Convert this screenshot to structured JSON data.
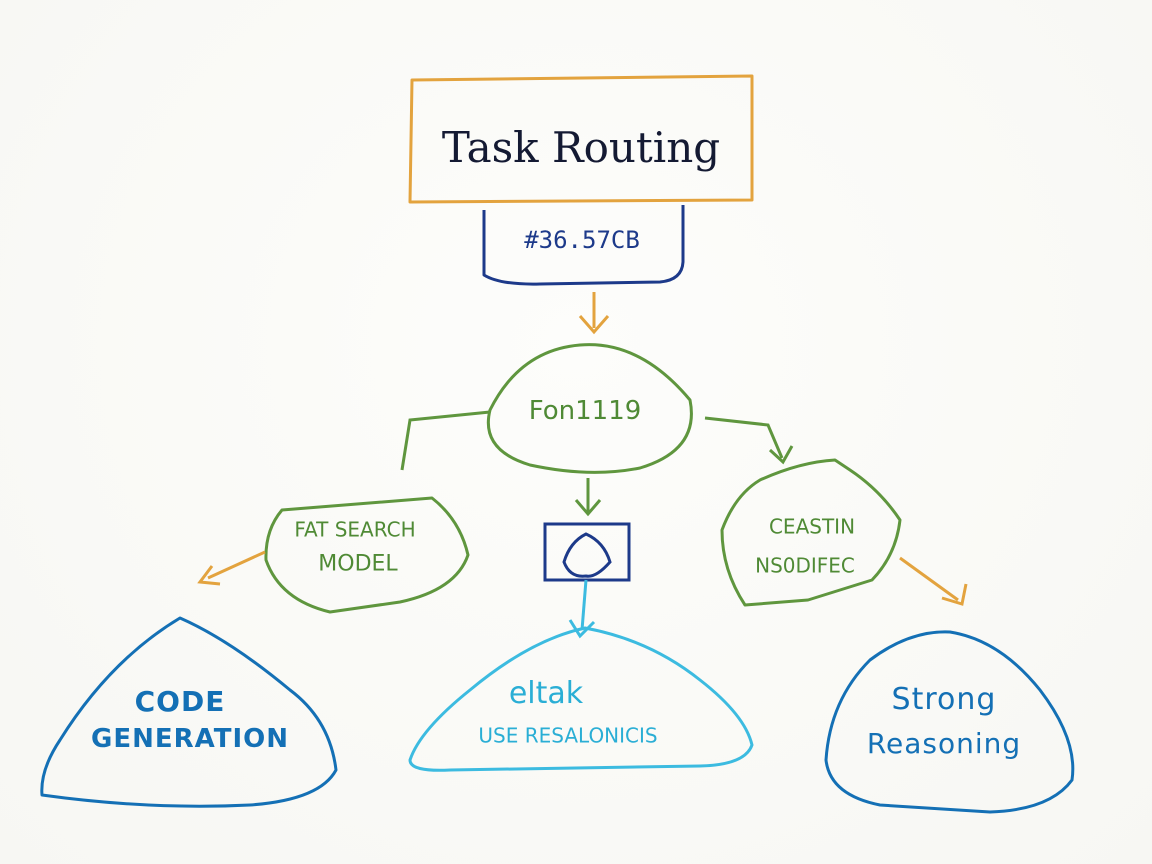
{
  "diagram": {
    "root": {
      "label": "Task Routing"
    },
    "id_tag": {
      "label": "#36.57CB"
    },
    "router": {
      "label": "Fon1119"
    },
    "fast_search": {
      "line1": "FAT SEARCH",
      "line2": "MODEL"
    },
    "creative": {
      "line1": "CEASTIN",
      "line2": "NS0DIFEC"
    },
    "code_generation": {
      "line1": "CODE",
      "line2": "GENERATION"
    },
    "center_target": {
      "line1": "eltak",
      "line2": "USE RESALONICIS"
    },
    "strong_reasoning": {
      "line1": "Strong",
      "line2": "Reasoning"
    },
    "colors": {
      "root": "#e3a33e",
      "id_tag": "#1d3a8a",
      "arrow_orange": "#e3a33e",
      "router": "#5f963e",
      "router_model": "#1d3a8a",
      "code_generation": "#1470b5",
      "center_target": "#3cbbe0",
      "strong_reasoning": "#1470b5"
    }
  }
}
